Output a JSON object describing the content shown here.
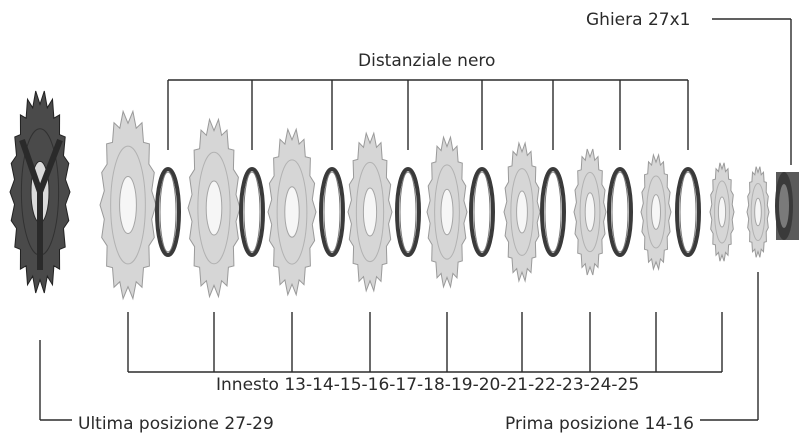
{
  "labels": {
    "lock_ring": "Ghiera 27x1",
    "spacer": "Distanziale nero",
    "engagement": "Innesto 13-14-15-16-17-18-19-20-21-22-23-24-25",
    "last_position": "Ultima posizione 27-29",
    "first_position": "Prima posizione 14-16"
  },
  "colors": {
    "line": "#2b2b2b",
    "text": "#2a2a2a",
    "large_cog": "#4a4a4a",
    "small_cog": "#d6d6d6",
    "spacer_ring": "#3a3a3a",
    "lock_ring": "#5a5a5a"
  }
}
